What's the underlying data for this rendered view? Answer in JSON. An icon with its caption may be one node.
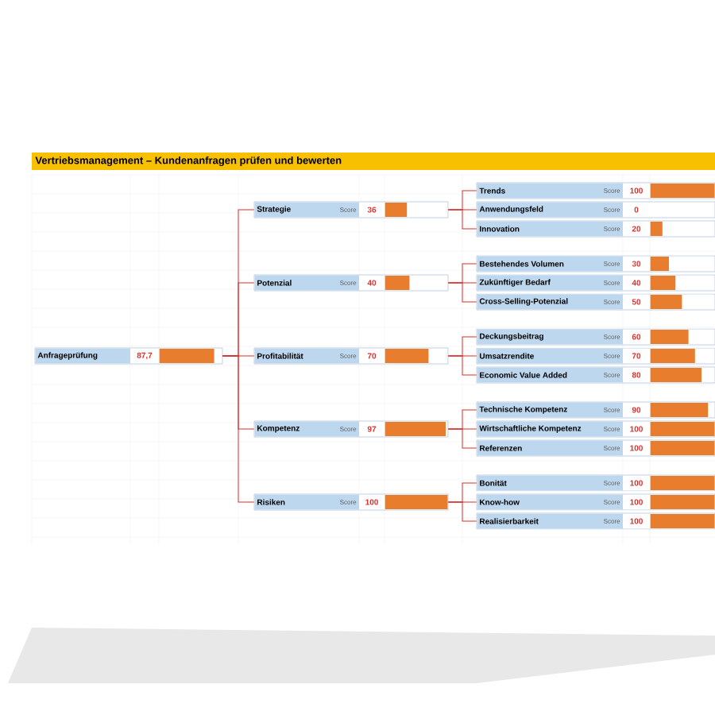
{
  "diagram": {
    "title": "Vertriebsmanagement – Kundenanfragen prüfen und bewerten",
    "nodes": [
      {
        "text": [
          "Anfrageprüfung",
          "87,7"
        ]
      },
      {
        "text": [
          "Strategie",
          "Score",
          "36"
        ]
      },
      {
        "text": [
          "Potenzial",
          "Score",
          "40"
        ]
      },
      {
        "text": [
          "Profitabilität",
          "Score",
          "70"
        ]
      },
      {
        "text": [
          "Kompetenz",
          "Score",
          "97"
        ]
      },
      {
        "text": [
          "Risiken",
          "Score",
          "100"
        ]
      },
      {
        "text": [
          "Trends",
          "Score",
          "100"
        ]
      },
      {
        "text": [
          "Anwendungsfeld",
          "Score",
          "0"
        ]
      },
      {
        "text": [
          "Innovation",
          "Score",
          "20"
        ]
      },
      {
        "text": [
          "Bestehendes Volumen",
          "Score",
          "30"
        ]
      },
      {
        "text": [
          "Zukünftiger Bedarf",
          "Score",
          "40"
        ]
      },
      {
        "text": [
          "Cross-Selling-Potenzial",
          "Score",
          "50"
        ]
      },
      {
        "text": [
          "Deckungsbeitrag",
          "Score",
          "60"
        ]
      },
      {
        "text": [
          "Umsatzrendite",
          "Score",
          "70"
        ]
      },
      {
        "text": [
          "Economic Value Added",
          "Score",
          "80"
        ]
      },
      {
        "text": [
          "Technische Kompetenz",
          "Score",
          "90"
        ]
      },
      {
        "text": [
          "Wirtschaftliche Kompetenz",
          "Score",
          "100"
        ]
      },
      {
        "text": [
          "Referenzen",
          "Score",
          "100"
        ]
      },
      {
        "text": [
          "Bonität",
          "Score",
          "100"
        ]
      },
      {
        "text": [
          "Know-how",
          "Score",
          "100"
        ]
      },
      {
        "text": [
          "Realisierbarkeit",
          "Score",
          "100"
        ]
      }
    ],
    "edges": [
      {
        "from": 0,
        "to": 1,
        "arrow": "none"
      },
      {
        "from": 0,
        "to": 2,
        "arrow": "none"
      },
      {
        "from": 0,
        "to": 3,
        "arrow": "none"
      },
      {
        "from": 0,
        "to": 4,
        "arrow": "none"
      },
      {
        "from": 0,
        "to": 5,
        "arrow": "none"
      },
      {
        "from": 1,
        "to": 6,
        "arrow": "none"
      },
      {
        "from": 1,
        "to": 7,
        "arrow": "none"
      },
      {
        "from": 1,
        "to": 8,
        "arrow": "none"
      },
      {
        "from": 2,
        "to": 9,
        "arrow": "none"
      },
      {
        "from": 2,
        "to": 10,
        "arrow": "none"
      },
      {
        "from": 2,
        "to": 11,
        "arrow": "none"
      },
      {
        "from": 3,
        "to": 12,
        "arrow": "none"
      },
      {
        "from": 3,
        "to": 13,
        "arrow": "none"
      },
      {
        "from": 3,
        "to": 14,
        "arrow": "none"
      },
      {
        "from": 4,
        "to": 15,
        "arrow": "none"
      },
      {
        "from": 4,
        "to": 16,
        "arrow": "none"
      },
      {
        "from": 4,
        "to": 17,
        "arrow": "none"
      },
      {
        "from": 5,
        "to": 18,
        "arrow": "none"
      },
      {
        "from": 5,
        "to": 19,
        "arrow": "none"
      },
      {
        "from": 5,
        "to": 20,
        "arrow": "none"
      }
    ]
  }
}
